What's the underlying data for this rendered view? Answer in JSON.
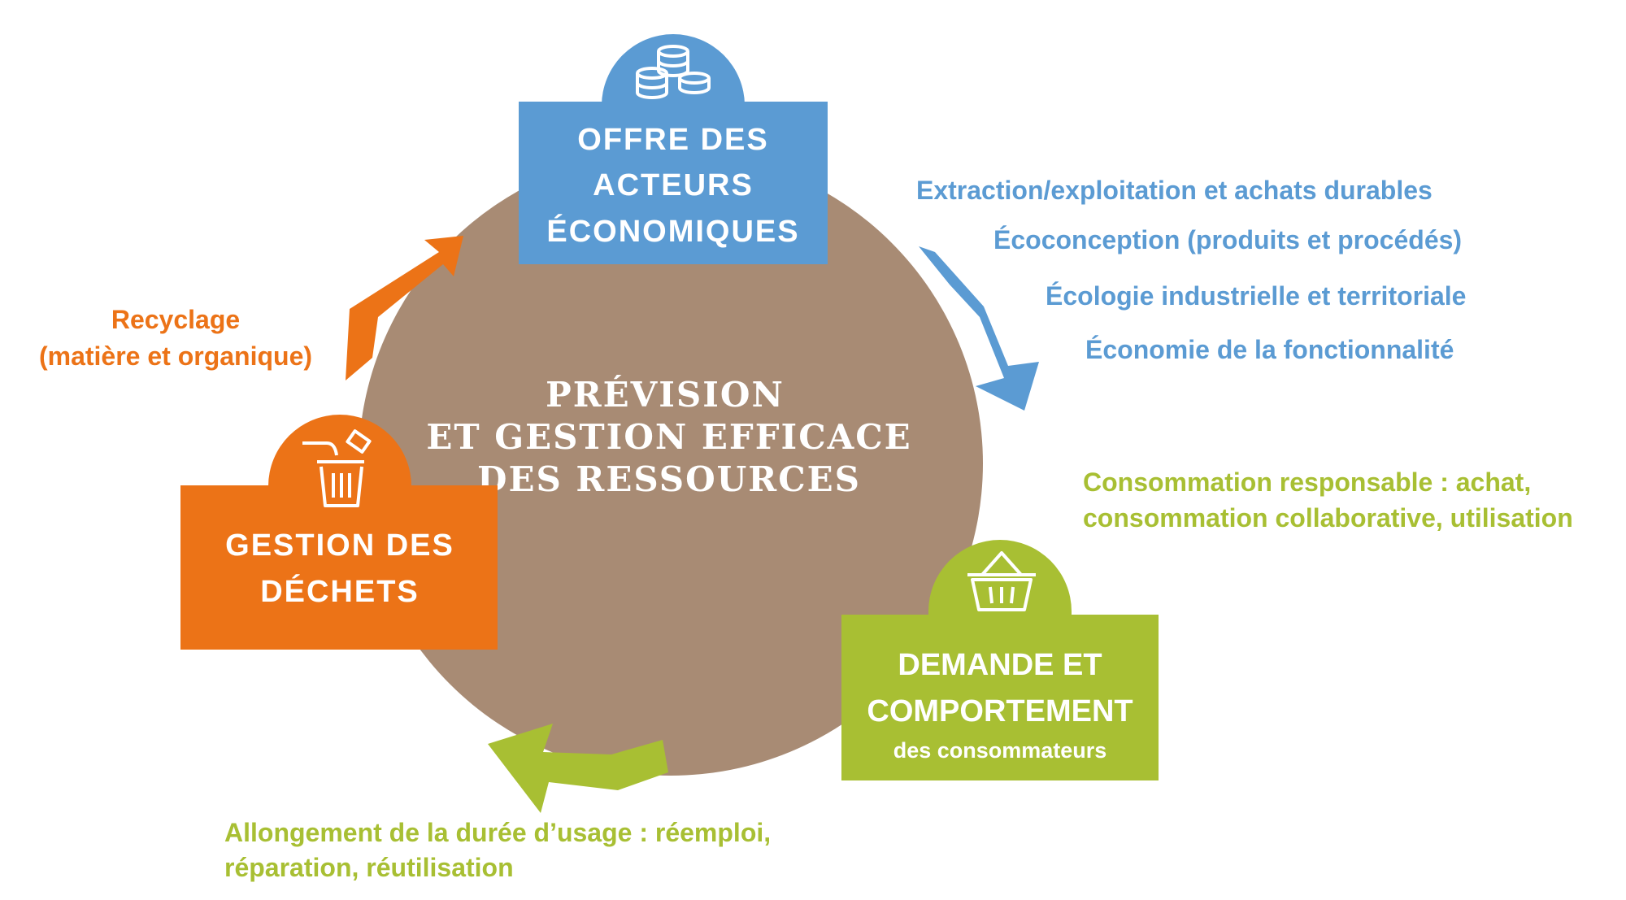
{
  "center": {
    "lines": [
      "PRÉVISION",
      "ET GESTION EFFICACE",
      "DES RESSOURCES"
    ]
  },
  "offre": {
    "title_lines": [
      "OFFRE DES",
      "ACTEURS",
      "ÉCONOMIQUES"
    ],
    "icon": "coins-stack-icon",
    "color": "#5b9bd3",
    "actions": [
      "Extraction/exploitation et achats durables",
      "Écoconception (produits et procédés)",
      "Écologie industrielle et territoriale",
      "Économie de la fonctionnalité"
    ]
  },
  "demande": {
    "title_lines": [
      "DEMANDE ET",
      "COMPORTEMENT"
    ],
    "subtitle": "des consommateurs",
    "icon": "shopping-basket-icon",
    "color": "#a8bf33",
    "actions": [
      "Consommation responsable : achat,",
      "consommation collaborative, utilisation"
    ]
  },
  "allongement": {
    "lines": [
      "Allongement de la durée d’usage : réemploi,",
      "réparation, réutilisation"
    ]
  },
  "dechets": {
    "title_lines": [
      "GESTION DES",
      "DÉCHETS"
    ],
    "icon": "trash-bin-icon",
    "color": "#ec7317",
    "recyclage_lines": [
      "Recyclage",
      "(matière et organique)"
    ]
  },
  "colors": {
    "circle": "#a88b74",
    "blue": "#5b9bd3",
    "green": "#a8bf33",
    "orange": "#ec7317",
    "white": "#ffffff"
  }
}
